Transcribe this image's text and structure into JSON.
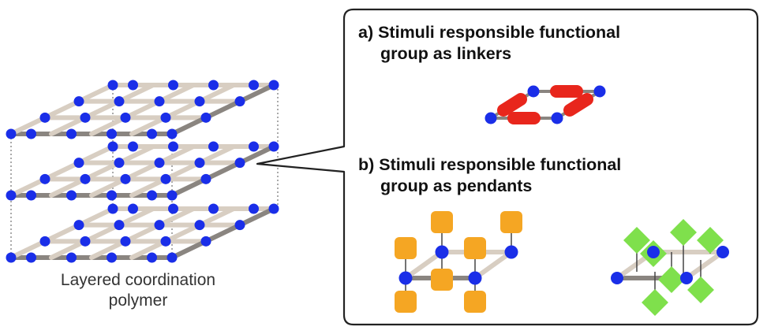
{
  "left": {
    "caption_line1": "Layered coordination",
    "caption_line2": "polymer"
  },
  "panel": {
    "a_line1": "a) Stimuli responsible functional",
    "a_line2": "group as linkers",
    "b_line1": "b) Stimuli responsible functional",
    "b_line2": "group as pendants"
  },
  "colors": {
    "node": "#1a2ee8",
    "bond": "#d8cec2",
    "bond_dark": "#8a8580",
    "linker": "#e8261c",
    "pendant_orange": "#f5a623",
    "pendant_green": "#7fe04c",
    "panel_border": "#222222"
  }
}
